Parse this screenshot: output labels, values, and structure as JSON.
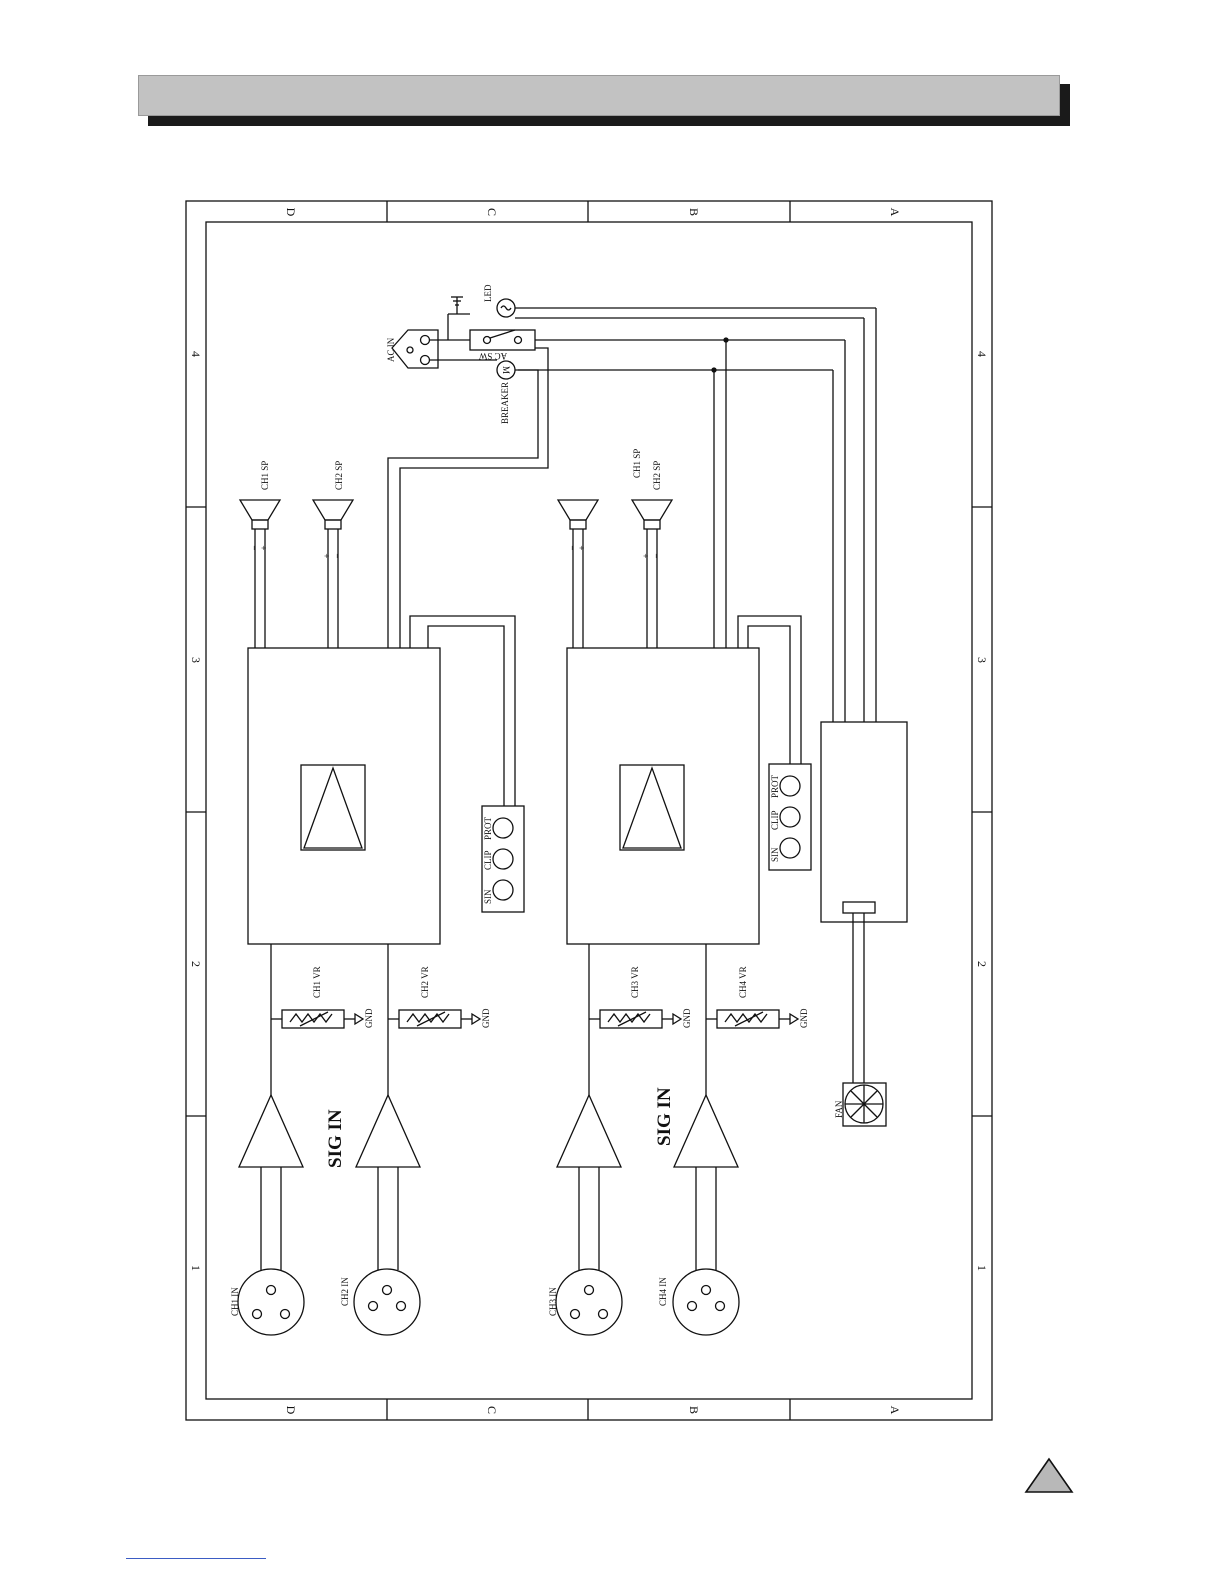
{
  "frame": {
    "row_labels": [
      "D",
      "C",
      "B",
      "A"
    ],
    "column_labels": [
      "4",
      "3",
      "2",
      "1"
    ]
  },
  "labels": {
    "ac_in": "AC IN",
    "ac_sw": "AC SW",
    "breaker": "BREAKER",
    "breaker_symbol": "M",
    "led": "LED",
    "ch1_sp": "CH1 SP",
    "ch2_sp": "CH2 SP",
    "plus": "+",
    "minus": "−",
    "sin": "SIN",
    "clip": "CLIP",
    "prot": "PROT",
    "ch1_vr": "CH1 VR",
    "ch2_vr": "CH2 VR",
    "ch3_vr": "CH3 VR",
    "ch4_vr": "CH4 VR",
    "gnd": "GND",
    "sig_in": "SIG IN",
    "ch1_in": "CH1 IN",
    "ch2_in": "CH2 IN",
    "ch3_in": "CH3 IN",
    "ch4_in": "CH4 IN",
    "fan": "FAN"
  },
  "icons": {
    "page_corner": "triangle-up-icon"
  }
}
